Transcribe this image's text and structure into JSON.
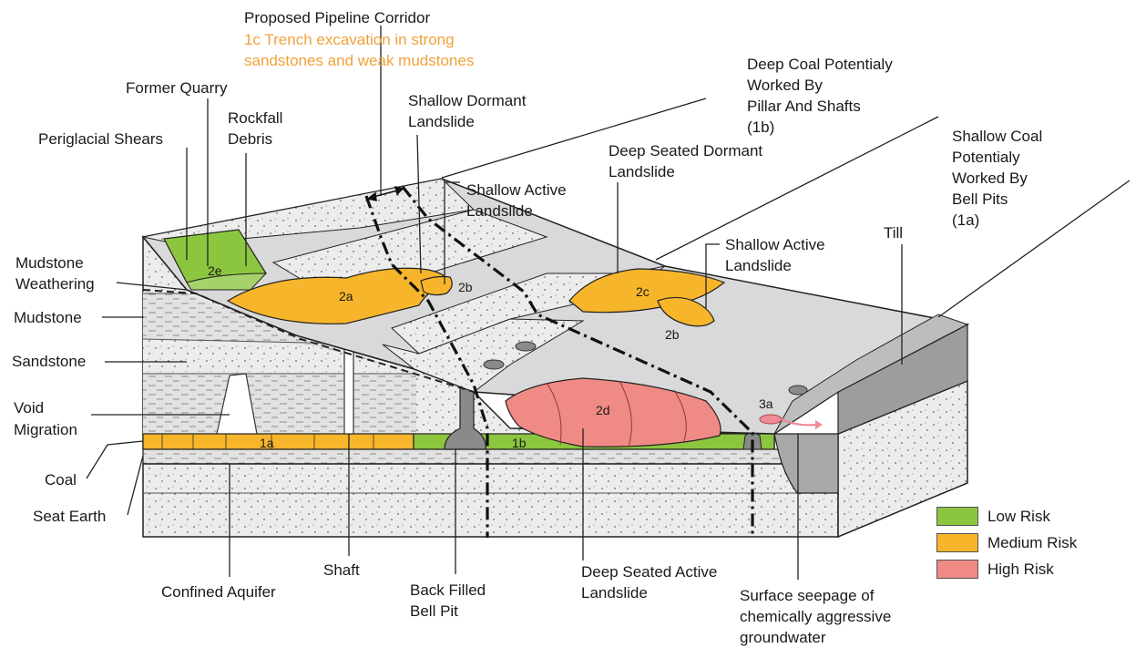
{
  "labels": {
    "pipeline_title": "Proposed Pipeline Corridor",
    "pipeline_sub_1": "1c Trench excavation in strong",
    "pipeline_sub_2": "sandstones and weak mudstones",
    "former_quarry": "Former Quarry",
    "rockfall_1": "Rockfall",
    "rockfall_2": "Debris",
    "periglacial": "Periglacial Shears",
    "shallow_dormant_1": "Shallow Dormant",
    "shallow_dormant_2": "Landslide",
    "shallow_active_1a": "Shallow Active",
    "shallow_active_1b": "Landslide",
    "deep_coal_1": "Deep Coal Potentialy",
    "deep_coal_2": "Worked  By",
    "deep_coal_3": "Pillar And Shafts",
    "deep_coal_4": "(1b)",
    "deep_dormant_1": "Deep Seated Dormant",
    "deep_dormant_2": "Landslide",
    "shallow_coal_1": "Shallow Coal",
    "shallow_coal_2": "Potentialy",
    "shallow_coal_3": "Worked  By",
    "shallow_coal_4": "Bell Pits",
    "shallow_coal_5": "(1a)",
    "shallow_active_2a": "Shallow Active",
    "shallow_active_2b": "Landslide",
    "till": "Till",
    "mudstone_weathering_1": "Mudstone",
    "mudstone_weathering_2": "Weathering",
    "mudstone": "Mudstone",
    "sandstone": "Sandstone",
    "void_1": "Void",
    "void_2": "Migration",
    "coal": "Coal",
    "seat_earth": "Seat Earth",
    "confined_aquifer": "Confined Aquifer",
    "shaft": "Shaft",
    "bell_pit_1": "Back Filled",
    "bell_pit_2": "Bell Pit",
    "deep_active_1": "Deep Seated Active",
    "deep_active_2": "Landslide",
    "seepage_1": "Surface seepage of",
    "seepage_2": "chemically aggressive",
    "seepage_3": "groundwater"
  },
  "tags": {
    "t2e": "2e",
    "t2a": "2a",
    "t2b_first": "2b",
    "t2c": "2c",
    "t2b_second": "2b",
    "t2d": "2d",
    "t1a": "1a",
    "t1b": "1b",
    "t3a": "3a"
  },
  "legend": [
    {
      "label": "Low Risk",
      "color": "#8cc63f"
    },
    {
      "label": "Medium Risk",
      "color": "#f7b52c"
    },
    {
      "label": "High Risk",
      "color": "#f08a85"
    }
  ],
  "colors": {
    "low": "#8cc63f",
    "medium": "#f7b52c",
    "high": "#f08a85",
    "ground": "#dcdcdc",
    "rock": "#e6e6e6",
    "till": "#b9b9b9",
    "seepage": "#ee8c96"
  }
}
